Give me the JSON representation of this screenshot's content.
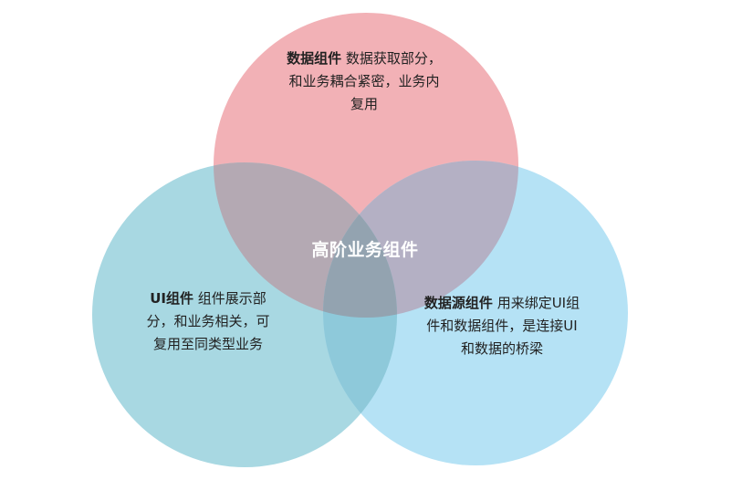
{
  "colors": {
    "top_circle": "#f2b1b6",
    "left_circle": "#a8d8e2",
    "right_circle": "#b5e2f5",
    "overlap_top_left": "#b4a9b3",
    "overlap_top_right": "#b4b0c4",
    "overlap_left_right": "#8ec9da",
    "overlap_center": "#93a3b0",
    "center_text": "#ffffff"
  },
  "venn": {
    "center_label": "高阶业务组件",
    "top": {
      "title": "数据组件",
      "lines": [
        "数据获取部分，",
        "和业务耦合紧密，业务内",
        "复用"
      ]
    },
    "left": {
      "title": "UI组件",
      "lines": [
        "组件展示部",
        "分，和业务相关，可",
        "复用至同类型业务"
      ]
    },
    "right": {
      "title": "数据源组件",
      "lines": [
        "用来绑定UI组",
        "件和数据组件，是连接UI",
        "和数据的桥梁"
      ]
    }
  }
}
